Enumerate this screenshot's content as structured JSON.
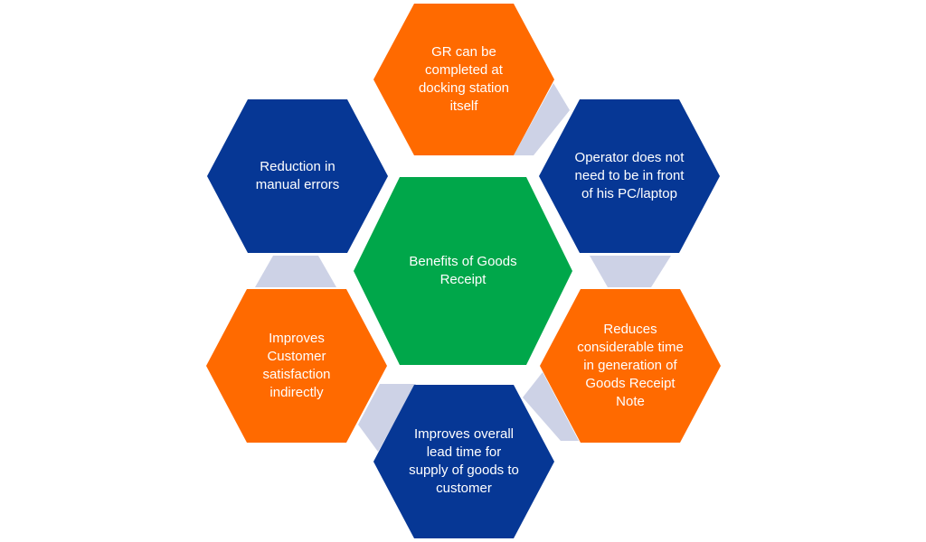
{
  "colors": {
    "center": "#00A74A",
    "orange": "#FF6A00",
    "blue": "#063795",
    "connector": "#CDD2E6",
    "text": "#FFFFFF"
  },
  "diagram": {
    "center": {
      "label": "Benefits of Goods\nReceipt",
      "color": "#00A74A"
    },
    "nodes": [
      {
        "id": "top",
        "label": "GR can be\ncompleted at\ndocking station\nitself",
        "color": "#FF6A00"
      },
      {
        "id": "upper-right",
        "label": "Operator does not\nneed to be in front\nof his PC/laptop",
        "color": "#063795"
      },
      {
        "id": "lower-right",
        "label": "Reduces\nconsiderable time\nin generation of\nGoods Receipt\nNote",
        "color": "#FF6A00"
      },
      {
        "id": "bottom",
        "label": "Improves overall\nlead time for\nsupply of goods to\ncustomer",
        "color": "#063795"
      },
      {
        "id": "lower-left",
        "label": "Improves\nCustomer\nsatisfaction\nindirectly",
        "color": "#FF6A00"
      },
      {
        "id": "upper-left",
        "label": "Reduction in\nmanual errors",
        "color": "#063795"
      }
    ]
  }
}
